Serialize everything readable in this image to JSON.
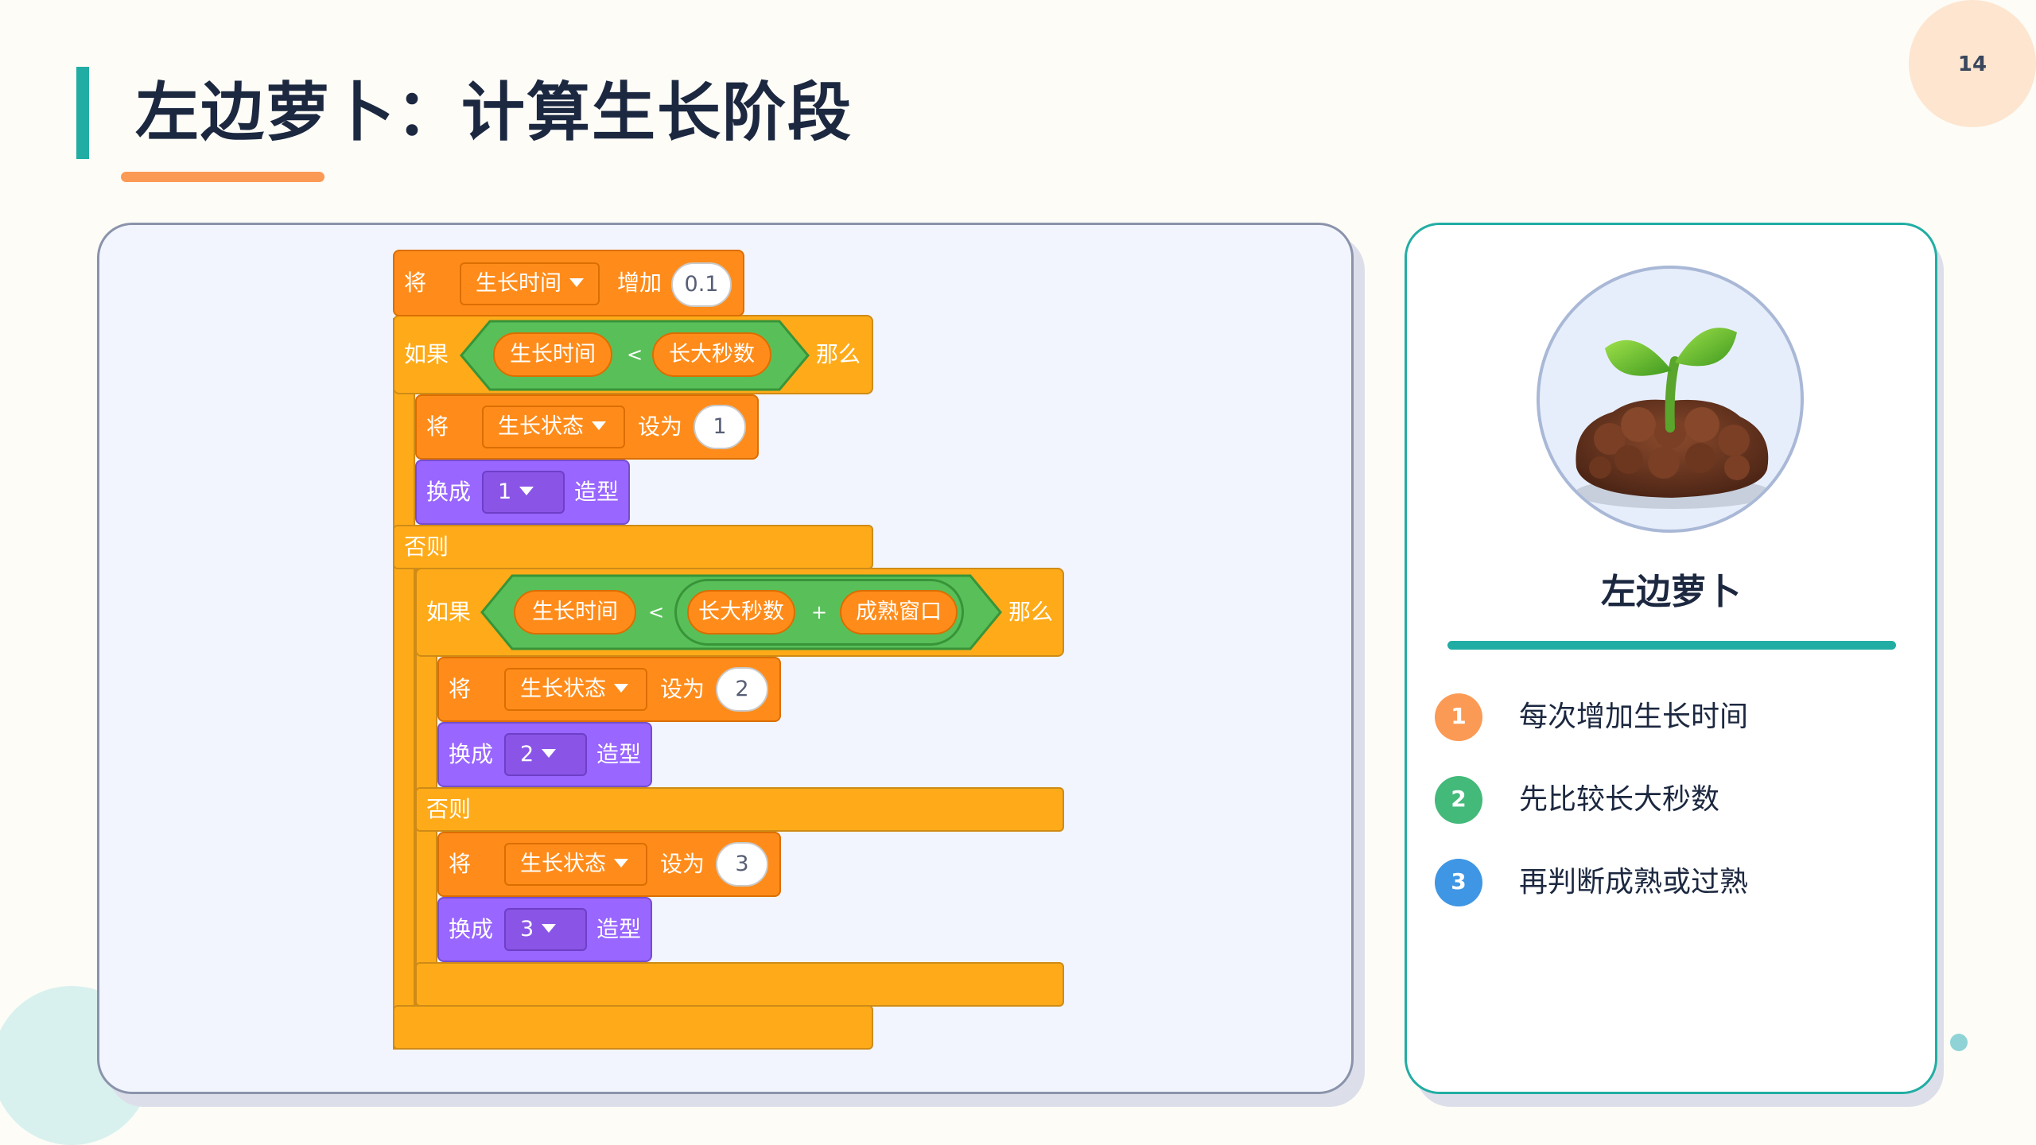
{
  "page": {
    "title": "左边萝卜：计算生长阶段",
    "page_number": "14"
  },
  "code": {
    "set_label": "将",
    "change_label": "增加",
    "to_label": "设为",
    "if_label": "如果",
    "then_label": "那么",
    "else_label": "否则",
    "switch_label": "换成",
    "costume_label": "造型",
    "lt_symbol": "<",
    "plus_symbol": "+",
    "var_grow_time": "生长时间",
    "var_grow_state": "生长状态",
    "var_grow_seconds": "长大秒数",
    "var_ripe_window": "成熟窗口",
    "change_value": "0.1",
    "state_1": "1",
    "state_2": "2",
    "state_3": "3",
    "costume_1": "1",
    "costume_2": "2",
    "costume_3": "3"
  },
  "card": {
    "character_name": "左边萝卜",
    "steps": [
      {
        "number": "1",
        "text": "每次增加生长时间",
        "color": "#fb9a55"
      },
      {
        "number": "2",
        "text": "先比较长大秒数",
        "color": "#43b97a"
      },
      {
        "number": "3",
        "text": "再判断成熟或过熟",
        "color": "#3f96e4"
      }
    ]
  },
  "colors": {
    "accent_teal": "#21ada3",
    "accent_orange": "#fb9a55",
    "control_block": "#ffab19",
    "variable_block": "#ff8c1a",
    "looks_block": "#9966ff",
    "operator_block": "#59c059"
  }
}
